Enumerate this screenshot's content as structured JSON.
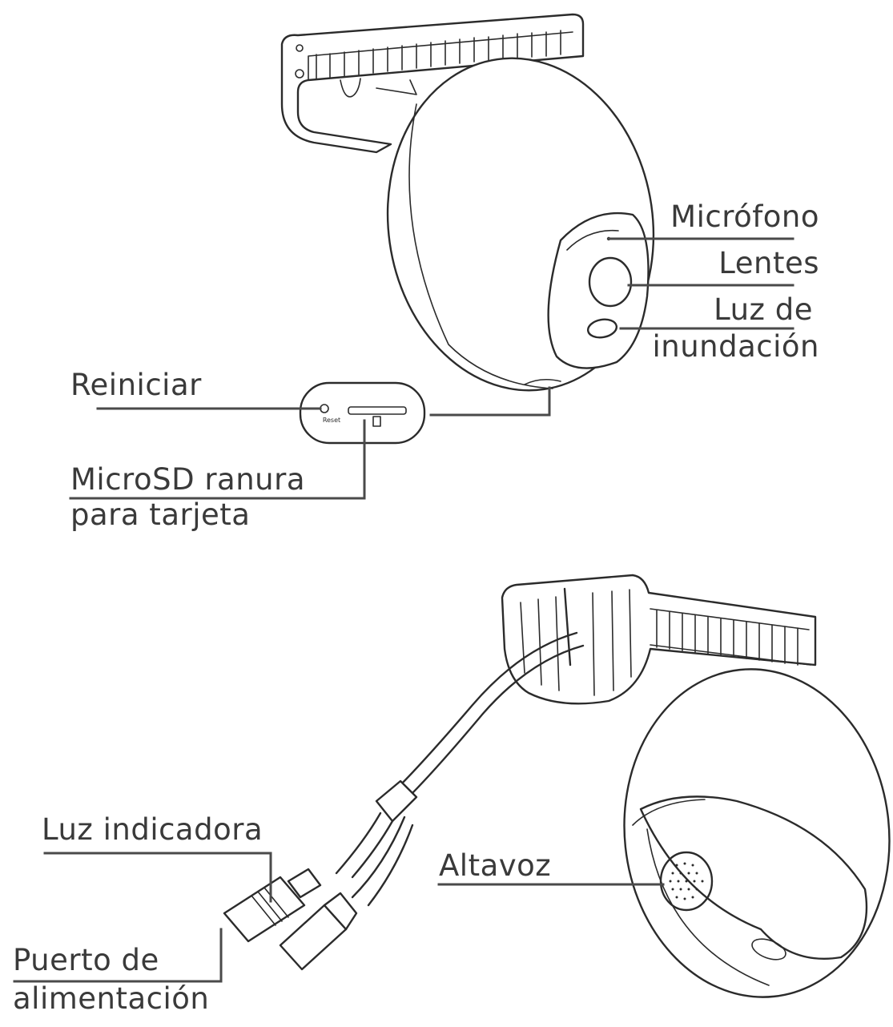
{
  "labels": {
    "microphone": "Micrófono",
    "lens": "Lentes",
    "floodlight": [
      "Luz de",
      "inundación"
    ],
    "reset": "Reiniciar",
    "microsd": [
      "MicroSD ranura",
      "para tarjeta"
    ],
    "indicator": "Luz indicadora",
    "power": [
      "Puerto de",
      "alimentación"
    ],
    "speaker": "Altavoz"
  },
  "device_marks": {
    "reset_small": "Reset"
  }
}
